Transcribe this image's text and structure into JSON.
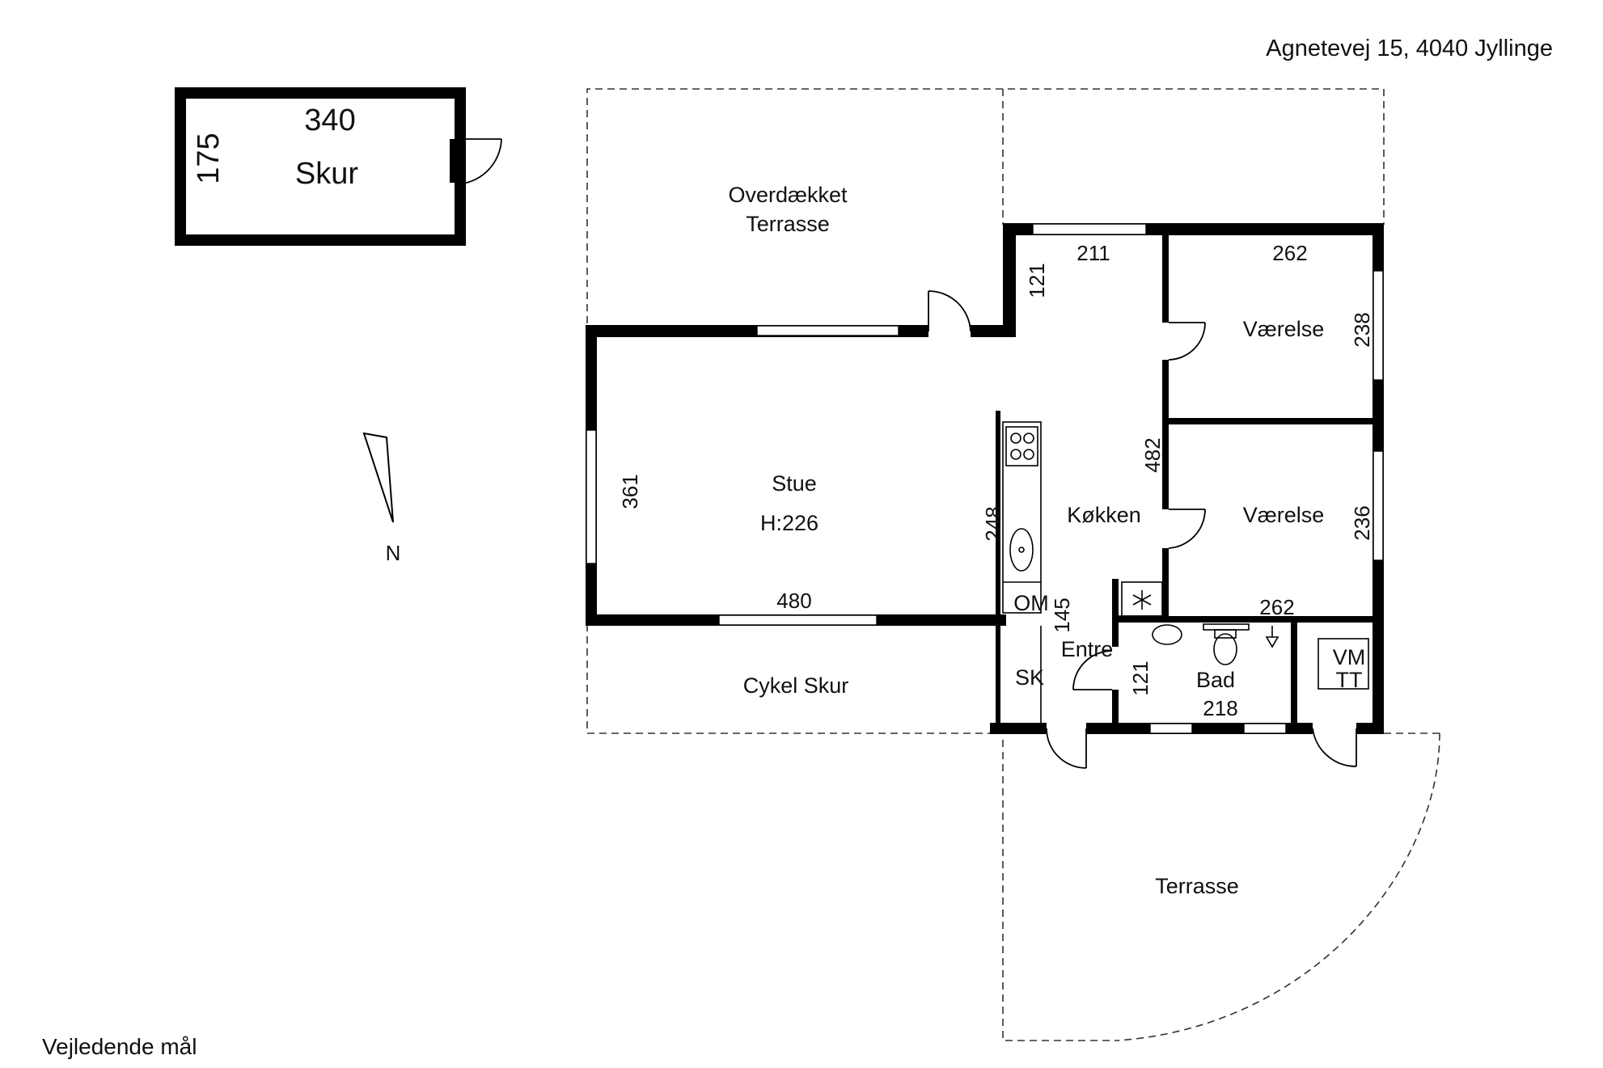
{
  "address": "Agnetevej 15, 4040 Jyllinge",
  "disclaimer": "Vejledende mål",
  "compass_label": "N",
  "shed": {
    "name": "Skur",
    "width": "340",
    "depth": "175"
  },
  "rooms": {
    "covered_terrace": {
      "line1": "Overdækket",
      "line2": "Terrasse"
    },
    "living": {
      "name": "Stue",
      "height": "H:226"
    },
    "kitchen": {
      "name": "Køkken"
    },
    "bedroom_1": {
      "name": "Værelse"
    },
    "bedroom_2": {
      "name": "Værelse"
    },
    "bike_shed": {
      "name": "Cykel Skur"
    },
    "entrance": {
      "name": "Entre"
    },
    "bathroom": {
      "name": "Bad"
    },
    "terrace": {
      "name": "Terrasse"
    }
  },
  "labels": {
    "closet": "SK",
    "cabinet": "OM",
    "utility_line1": "VM",
    "utility_line2": "TT"
  },
  "dimensions": {
    "living_width": "480",
    "living_depth": "361",
    "kitchen_width": "211",
    "kitchen_notch": "121",
    "kitchen_counter": "248",
    "kitchen_depth": "482",
    "bedroom_1_width": "262",
    "bedroom_1_depth": "238",
    "bedroom_2_width": "262",
    "bedroom_2_depth": "236",
    "entrance_depth": "145",
    "bathroom_width": "218",
    "bathroom_depth": "121"
  }
}
